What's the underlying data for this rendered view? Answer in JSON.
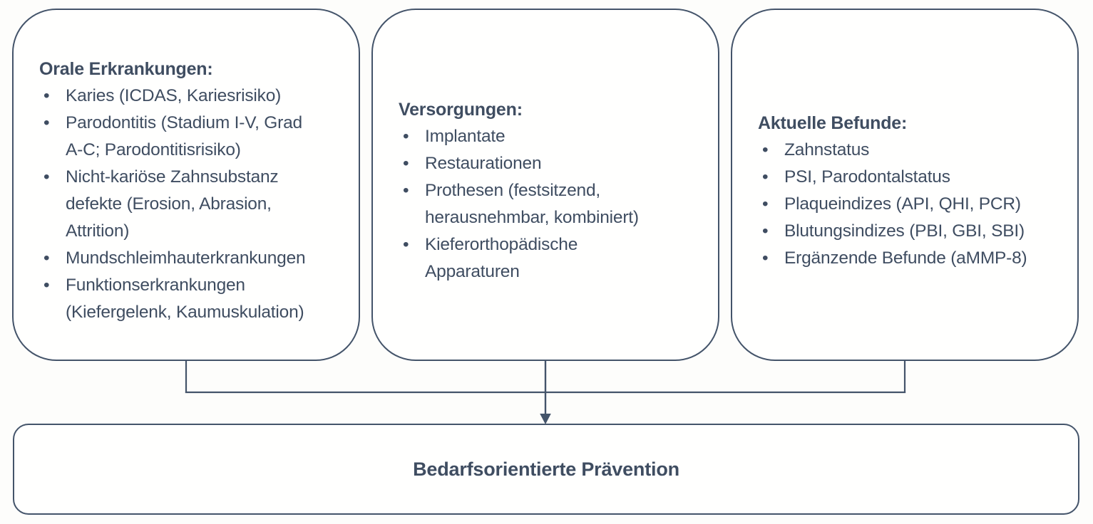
{
  "colors": {
    "accent": "#44546A",
    "text": "#3F4D61",
    "background": "#FDFDFB"
  },
  "boxes": [
    {
      "title": "Orale Erkrankungen:",
      "items": [
        "Karies (ICDAS, Kariesrisiko)",
        "Parodontitis (Stadium I-V, Grad\nA-C; Parodontitisrisiko)",
        "Nicht-kariöse Zahnsubstanz\ndefekte (Erosion, Abrasion,\nAttrition)",
        "Mundschleimhauterkrankungen",
        "Funktionserkrankungen\n(Kiefergelenk, Kaumuskulation)"
      ]
    },
    {
      "title": "Versorgungen:",
      "items": [
        "Implantate",
        "Restaurationen",
        "Prothesen (festsitzend,\nherausnehmbar, kombiniert)",
        "Kieferorthopädische\nApparaturen"
      ]
    },
    {
      "title": "Aktuelle Befunde:",
      "items": [
        "Zahnstatus",
        "PSI, Parodontalstatus",
        "Plaqueindizes (API, QHI, PCR)",
        "Blutungsindizes (PBI, GBI, SBI)",
        "Ergänzende Befunde (aMMP-8)"
      ]
    }
  ],
  "result": {
    "label": "Bedarfsorientierte Prävention"
  }
}
